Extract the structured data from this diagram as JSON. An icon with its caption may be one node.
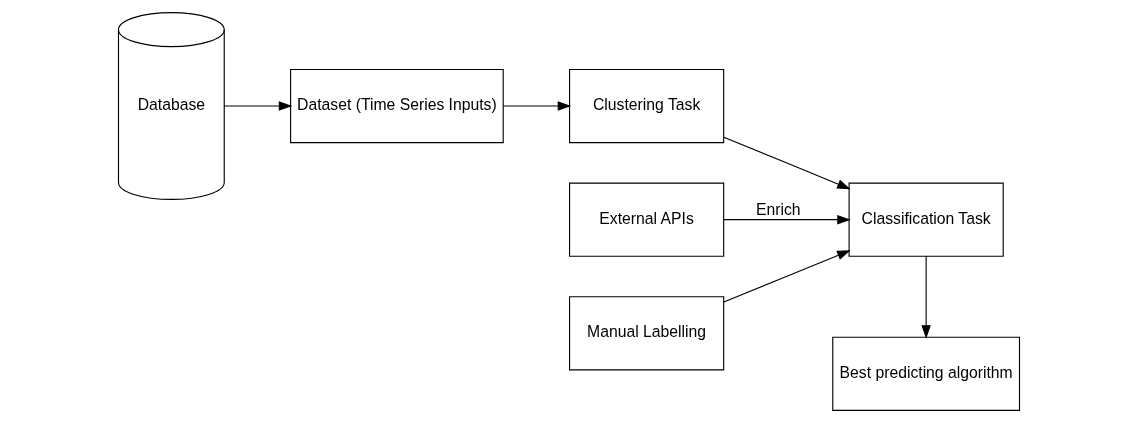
{
  "diagram": {
    "nodes": [
      {
        "text": [
          "Database"
        ]
      },
      {
        "text": [
          "Dataset (Time Series Inputs)"
        ]
      },
      {
        "text": [
          "Clustering Task"
        ]
      },
      {
        "text": [
          "External APIs"
        ]
      },
      {
        "text": [
          "Manual Labelling"
        ]
      },
      {
        "text": [
          "Classification Task"
        ]
      },
      {
        "text": [
          "Best predicting algorithm"
        ]
      }
    ],
    "edges": [
      {
        "from": 0,
        "to": 1,
        "arrow": "to"
      },
      {
        "from": 1,
        "to": 2,
        "arrow": "to"
      },
      {
        "from": 2,
        "to": 5,
        "arrow": "to"
      },
      {
        "from": 3,
        "to": 5,
        "arrow": "to",
        "label": "Enrich"
      },
      {
        "from": 4,
        "to": 5,
        "arrow": "to"
      },
      {
        "from": 5,
        "to": 6,
        "arrow": "to"
      }
    ]
  }
}
